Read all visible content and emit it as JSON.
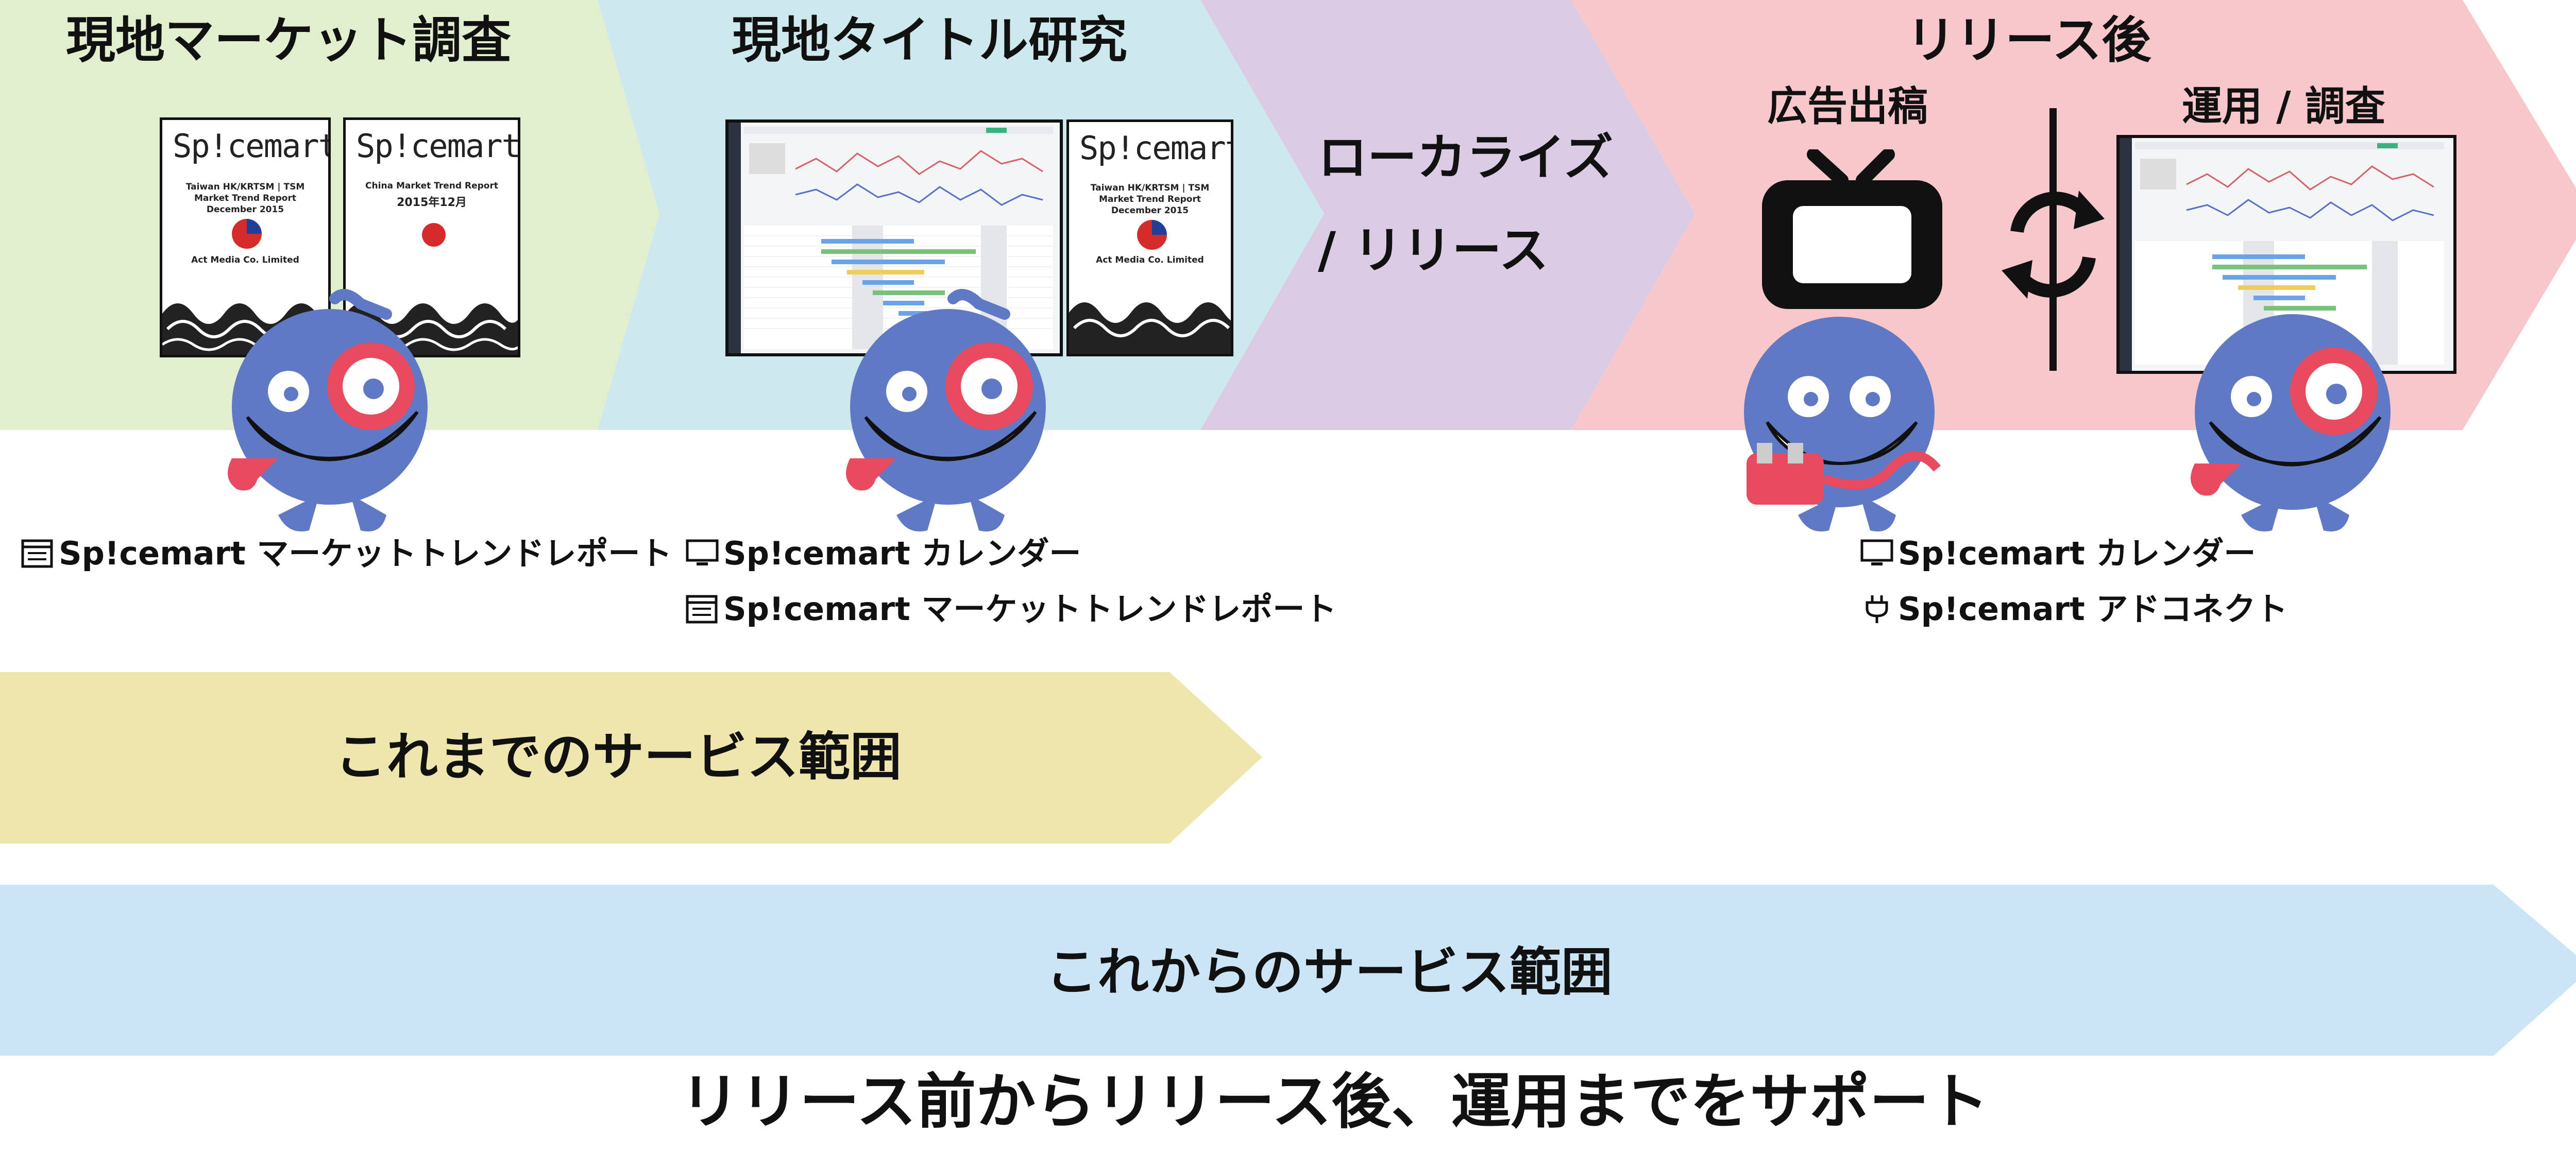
{
  "stages": [
    {
      "title": "現地マーケット調査",
      "color": "#e2efcf"
    },
    {
      "title": "現地タイトル研究",
      "color": "#cde9ee"
    },
    {
      "title_line1": "ローカライズ",
      "title_line2": "/ リリース",
      "color": "#dccbe4"
    },
    {
      "title": "リリース後",
      "color": "#f7c7cb"
    }
  ],
  "post_release": {
    "ad_label": "広告出稿",
    "ops_label": "運用 / 調査"
  },
  "reports": {
    "logo": "Sp!cemart",
    "taiwan_lines": [
      "Taiwan HK/KRTSM | TSM",
      "Market Trend Report",
      "December 2015",
      "Act Media Co. Limited"
    ],
    "china_lines": [
      "China Market Trend Report",
      "2015年12月"
    ]
  },
  "tools": {
    "market": [
      {
        "icon": "report-icon",
        "label": "Sp!cemart マーケットトレンドレポート"
      }
    ],
    "research": [
      {
        "icon": "monitor-icon",
        "label": "Sp!cemart カレンダー"
      },
      {
        "icon": "report-icon",
        "label": "Sp!cemart マーケットトレンドレポート"
      }
    ],
    "post": [
      {
        "icon": "monitor-icon",
        "label": "Sp!cemart カレンダー"
      },
      {
        "icon": "plug-icon",
        "label": "Sp!cemart アドコネクト"
      }
    ]
  },
  "bands": {
    "current": {
      "label": "これまでのサービス範囲",
      "color": "#efe6ad"
    },
    "future": {
      "label": "これからのサービス範囲",
      "color": "#cbe5f6"
    }
  },
  "footer": "リリース前からリリース後、運用までをサポート",
  "colors": {
    "mascot": "#5f79c4",
    "accent": "#e84a5f",
    "outline": "#111111"
  }
}
